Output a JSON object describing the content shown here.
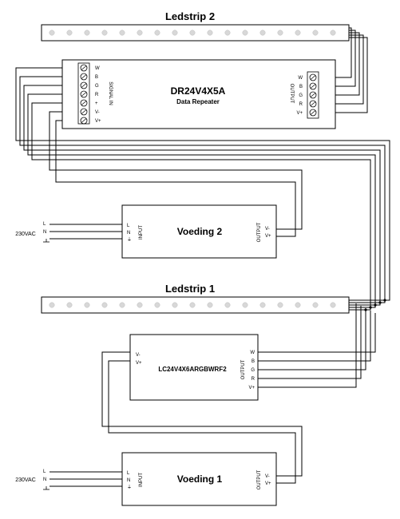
{
  "ledstrip2": {
    "title": "Ledstrip 2"
  },
  "ledstrip1": {
    "title": "Ledstrip 1"
  },
  "repeater": {
    "name": "DR24V4X5A",
    "subtitle": "Data Repeater",
    "input_label": "SIGNAL IN",
    "input_pins": [
      "W",
      "B",
      "G",
      "R",
      "+",
      "V-",
      "V+"
    ],
    "output_label": "OUTPUT",
    "output_pins": [
      "W",
      "B",
      "G",
      "R",
      "V+"
    ]
  },
  "controller": {
    "name": "LC24V4X6ARGBWRF2",
    "input_pins": [
      "V-",
      "V+"
    ],
    "output_label": "OUTPUT",
    "output_pins": [
      "W",
      "B",
      "G",
      "R",
      "V+"
    ]
  },
  "psu2": {
    "name": "Voeding 2",
    "input_label": "INPUT",
    "input_pins": [
      "L",
      "N",
      "⏚"
    ],
    "output_label": "OUTPUT",
    "output_pins": [
      "V-",
      "V+"
    ],
    "mains_label": "230VAC",
    "mains_pins": [
      "L",
      "N"
    ]
  },
  "psu1": {
    "name": "Voeding 1",
    "input_label": "INPUT",
    "input_pins": [
      "L",
      "N",
      "⏚"
    ],
    "output_label": "OUTPUT",
    "output_pins": [
      "V-",
      "V+"
    ],
    "mains_label": "230VAC",
    "mains_pins": [
      "L",
      "N"
    ]
  },
  "colors": {
    "line": "#000000",
    "led": "#d8d8d8",
    "background": "#ffffff"
  }
}
